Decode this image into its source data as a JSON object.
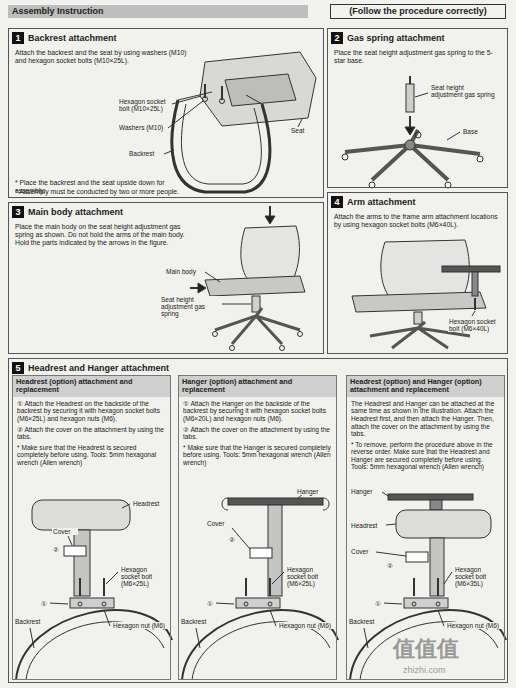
{
  "diagram": {
    "title": "Assembly Instruction",
    "nodes": [
      {
        "text": [
          "1",
          "Backrest attachment",
          "Attach the backrest and the seat by using washers (M10) and hexagon socket bolts (M10×25L).",
          "* Place the backrest and the seat upside down for assembly.",
          "* Assembly must be conducted by two or more people."
        ]
      },
      {
        "text": [
          "2",
          "Gas spring attachment",
          "Place the seat height adjustment gas spring to the 5-star base."
        ]
      },
      {
        "text": [
          "3",
          "Main body attachment",
          "Place the main body on the seat height adjustment gas spring as shown. Do not hold the arms of the main body. Hold the parts indicated by the arrows in the figure."
        ]
      },
      {
        "text": [
          "4",
          "Arm attachment",
          "Attach the arms to the frame arm attachment locations by using hexagon socket bolts (M6×40L)."
        ]
      },
      {
        "text": [
          "5",
          "Headrest and Hanger attachment"
        ]
      },
      {
        "text": [
          "Headrest (option) attachment and replacement",
          "① Attach the Headrest on the backside of the backrest by securing it with hexagon socket bolts (M6×25L) and hexagon nuts (M6).",
          "② Attach the cover on the attachment by using the tabs.",
          "* Make sure that the Headrest is secured completely before using. Tools: 5mm hexagonal wrench (Allen wrench)"
        ],
        "in": 4
      },
      {
        "text": [
          "Hanger (option) attachment and replacement",
          "① Attach the Hanger on the backside of the backrest by securing it with hexagon socket bolts (M6×20L) and hexagon nuts (M6).",
          "② Attach the cover on the attachment by using the tabs.",
          "* Make sure that the Hanger is secured completely before using. Tools: 5mm hexagonal wrench (Allen wrench)"
        ],
        "in": 4
      },
      {
        "text": [
          "Headrest (option) and Hanger (option) attachment and replacement",
          "The Headrest and Hanger can be attached at the same time as shown in the illustration. Attach the Headrest first, and then attach the Hanger. Then, attach the cover on the attachment by using the tabs.",
          "* To remove, perform the procedure above in the reverse order. Make sure that the Headrest and Hanger are secured completely before using. Tools: 5mm hexagonal wrench (Allen wrench)"
        ],
        "in": 4
      }
    ],
    "labels": [
      "(Follow the procedure correctly)",
      "Hexagon socket bolt (M10×25L)",
      "Washers (M10)",
      "Backrest",
      "Seat",
      "Seat height adjustment gas spring",
      "Base",
      "Main body",
      "Seat height adjustment gas spring",
      "Hexagon socket bolt (M6×40L)",
      "Headrest",
      "Cover",
      "②",
      "①",
      "Backrest",
      "Hexagon socket bolt (M6×25L)",
      "Hexagon nut (M6)",
      "Hanger",
      "Cover",
      "②",
      "①",
      "Backrest",
      "Hexagon socket bolt (M6×25L)",
      "Hexagon nut (M6)",
      "Hanger",
      "Cover",
      "②",
      "①",
      "Headrest",
      "Backrest",
      "Hexagon socket bolt (M6×35L)",
      "Hexagon nut (M6)",
      "值值值",
      "zhizhi.com"
    ]
  }
}
